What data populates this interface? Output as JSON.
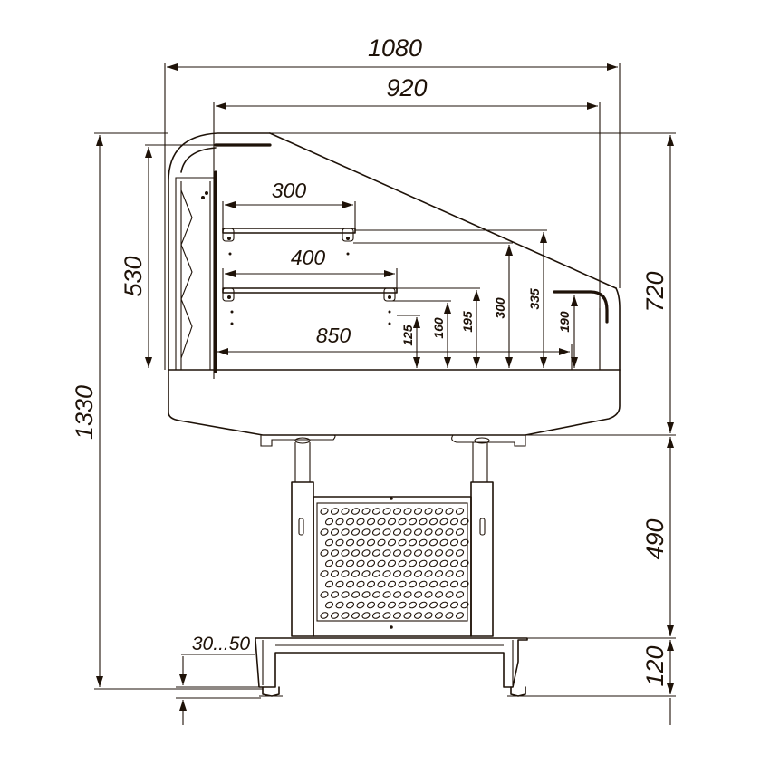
{
  "colors": {
    "ink": "#1e1208",
    "paper": "#ffffff"
  },
  "dimensions": {
    "overall_width": "1080",
    "inner_width": "920",
    "shelf_upper_width": "300",
    "shelf_middle_width": "400",
    "base_width": "850",
    "glass_height": "530",
    "top_height": "720",
    "total_height": "1330",
    "stand_height": "490",
    "foot_height": "120",
    "foot_adjust": "30...50",
    "heights": [
      "125",
      "160",
      "195",
      "300",
      "335",
      "190"
    ]
  }
}
